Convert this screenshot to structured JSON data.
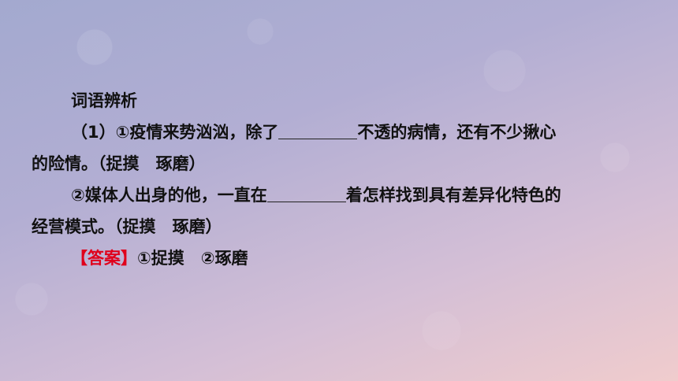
{
  "section_title": "词语辨析",
  "q1": {
    "line1_before": "（1）①疫情来势汹汹，除了",
    "line1_after": "不透的病情，还有不少揪心",
    "line2": "的险情。（捉摸　琢磨）"
  },
  "q2": {
    "line1_before": "②媒体人出身的他，一直在",
    "line1_after": "着怎样找到具有差异化特色的",
    "line2": "经营模式。（捉摸　琢磨）"
  },
  "answer": {
    "label": "【答案】",
    "text": "①捉摸　②琢磨"
  },
  "colors": {
    "answer_label": "#e0001b",
    "text": "#111111"
  }
}
